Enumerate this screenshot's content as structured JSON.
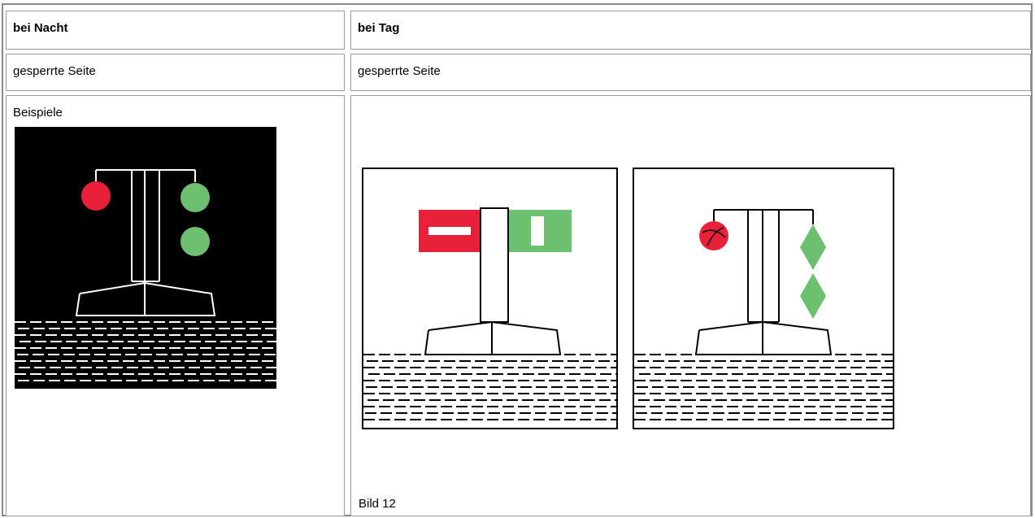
{
  "table": {
    "header": {
      "left": "bei Nacht",
      "right": "bei Tag"
    },
    "row1": {
      "left": "gesperrte Seite",
      "right": "gesperrte Seite"
    },
    "row2": {
      "left": "Beispiele",
      "right_caption": "Bild 12"
    }
  },
  "colors": {
    "red": "#e8203a",
    "green": "#6cc070",
    "black": "#000000",
    "border": "#9a9a9a"
  }
}
